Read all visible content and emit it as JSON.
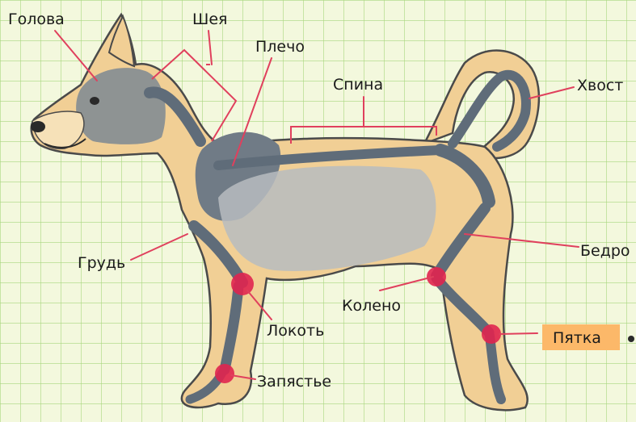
{
  "labels": {
    "head": "Голова",
    "neck": "Шея",
    "shoulder": "Плечо",
    "back": "Спина",
    "tail": "Хвост",
    "chest": "Грудь",
    "thigh": "Бедро",
    "knee": "Колено",
    "elbow": "Локоть",
    "heel": "Пятка",
    "wrist": "Запястье"
  },
  "colors": {
    "grid_background": "#f3f8dd",
    "grid_lines": "#a8d67e",
    "body_fill": "#f1cf95",
    "body_outline": "#4a4a4a",
    "bone": "#5f6c79",
    "chest_area": "#b7bcc0",
    "joint": "#e0254f",
    "leader_lines": "#e0405d",
    "heel_badge": "#fcb869"
  }
}
